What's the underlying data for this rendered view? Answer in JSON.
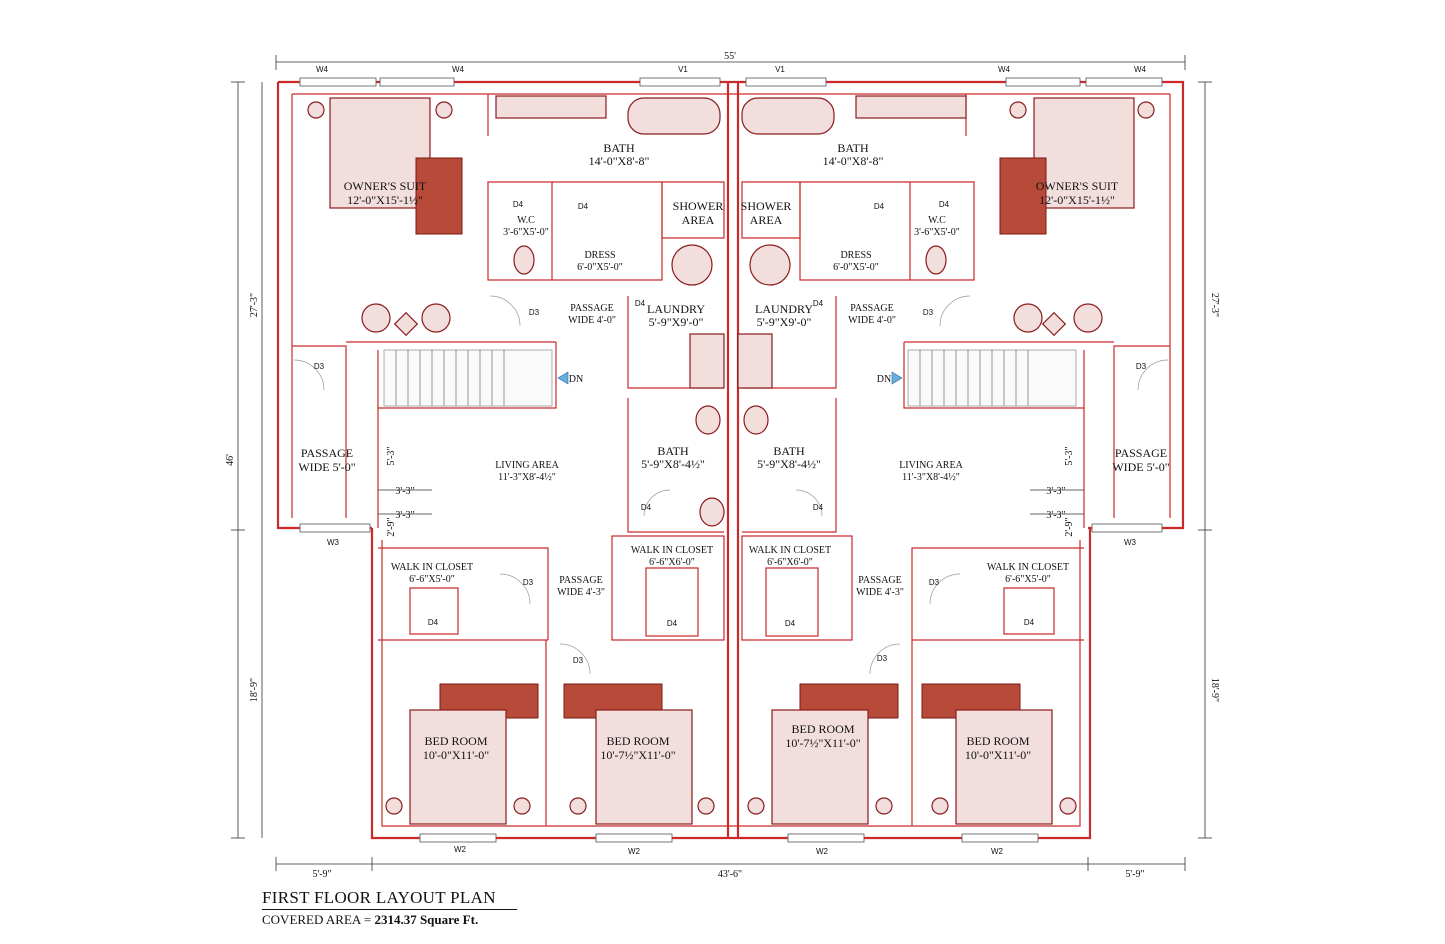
{
  "title": "FIRST FLOOR LAYOUT PLAN",
  "covered_area_label": "COVERED AREA = ",
  "covered_area_value": "2314.37 Square Ft.",
  "dimensions": {
    "top_overall": "55'",
    "left_overall": "46'",
    "left_upper": "27'-3\"",
    "left_lower": "18'-9\"",
    "right_upper": "27'-3\"",
    "right_lower": "18'-9\"",
    "bottom_left": "5'-9\"",
    "bottom_center": "43'-6\"",
    "bottom_right": "5'-9\"",
    "left_53": "5'-3\"",
    "left_29": "2'-9\"",
    "left_33a": "3'-3\"",
    "left_33b": "3'-3\"",
    "right_53": "5'-3\"",
    "right_29": "2'-9\"",
    "right_33a": "3'-3\"",
    "right_33b": "3'-3\""
  },
  "rooms": {
    "owners_suit_name": "OWNER'S SUIT",
    "owners_suit_size": "12'-0\"X15'-1½\"",
    "bath_name": "BATH",
    "bath_large_size": "14'-0\"X8'-8\"",
    "shower_1": "SHOWER",
    "shower_2": "AREA",
    "wc_name": "W.C",
    "wc_size": "3'-6\"X5'-0\"",
    "dress_name": "DRESS",
    "dress_size": "6'-0\"X5'-0\"",
    "passage_name": "PASSAGE",
    "passage_4_0": "WIDE 4'-0\"",
    "passage_5_0": "WIDE 5'-0\"",
    "passage_4_3": "WIDE 4'-3\"",
    "laundry_name": "LAUNDRY",
    "laundry_size": "5'-9\"X9'-0\"",
    "dn": "DN",
    "living_name": "LIVING AREA",
    "living_size": "11'-3\"X8'-4½\"",
    "bath_small_size": "5'-9\"X8'-4½\"",
    "walkin_name": "WALK IN CLOSET",
    "walkin_side_size": "6'-6\"X5'-0\"",
    "walkin_center_size": "6'-6\"X6'-0\"",
    "bedroom_name": "BED ROOM",
    "bedroom_outer_size": "10'-0\"X11'-0\"",
    "bedroom_inner_size": "10'-7½\"X11'-0\""
  },
  "tags": {
    "d3": "D3",
    "d4": "D4",
    "w2": "W2",
    "w3": "W3",
    "w4": "W4",
    "v1": "V1"
  },
  "colors": {
    "wall": "#cc2a2a",
    "furniture": "#8a1b1b",
    "text": "#111111"
  }
}
